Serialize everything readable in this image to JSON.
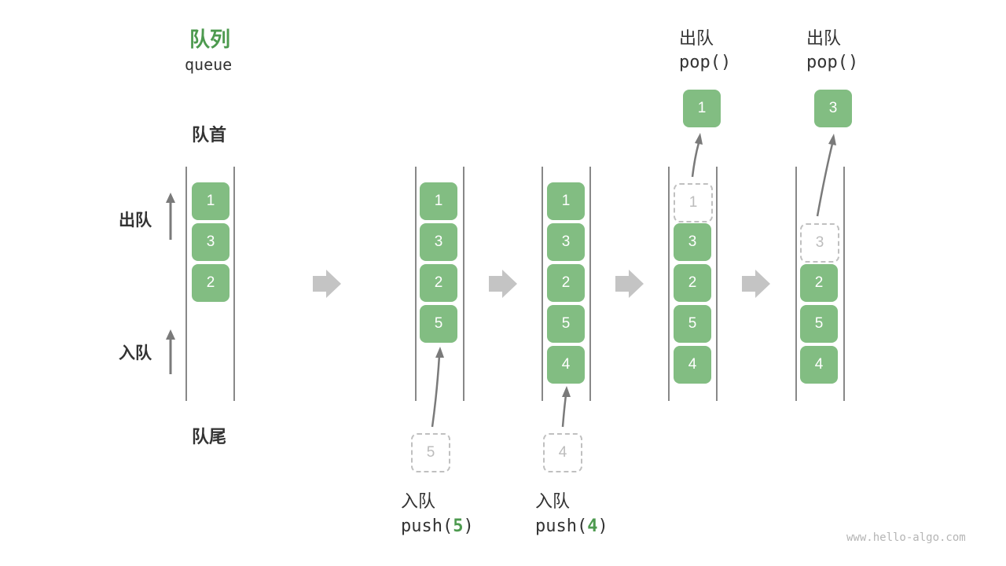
{
  "title": {
    "zh": "队列",
    "en": "queue"
  },
  "labels": {
    "head": "队首",
    "tail": "队尾",
    "dequeue": "出队",
    "enqueue": "入队"
  },
  "operations": {
    "push5": {
      "zh": "入队",
      "code_prefix": "push(",
      "value": "5",
      "code_suffix": ")"
    },
    "push4": {
      "zh": "入队",
      "code_prefix": "push(",
      "value": "4",
      "code_suffix": ")"
    },
    "pop1": {
      "zh": "出队",
      "code": "pop()"
    },
    "pop2": {
      "zh": "出队",
      "code": "pop()"
    }
  },
  "states": [
    {
      "queue": [
        "1",
        "3",
        "2"
      ]
    },
    {
      "queue": [
        "1",
        "3",
        "2",
        "5"
      ],
      "incoming": "5"
    },
    {
      "queue": [
        "1",
        "3",
        "2",
        "5",
        "4"
      ],
      "incoming": "4"
    },
    {
      "queue": [
        "3",
        "2",
        "5",
        "4"
      ],
      "removed": "1",
      "popped": "1"
    },
    {
      "queue": [
        "2",
        "5",
        "4"
      ],
      "removed": "3",
      "popped": "3"
    }
  ],
  "watermark": "www.hello-algo.com",
  "colors": {
    "node": "#82bd82",
    "accent": "#4d9a4f",
    "arrow": "#7a7a7a",
    "transition_arrow": "#c4c4c4"
  }
}
